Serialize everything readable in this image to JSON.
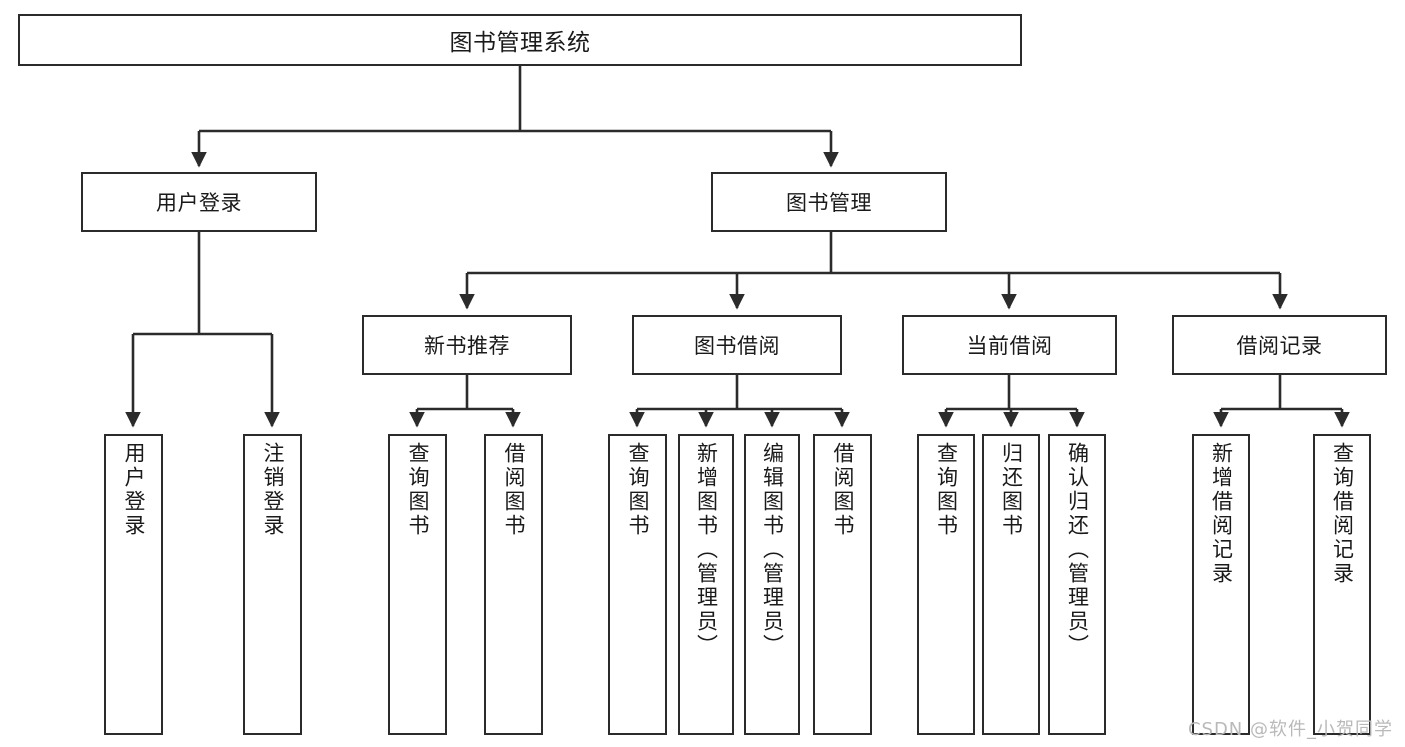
{
  "diagram": {
    "title": "图书管理系统",
    "type": "tree",
    "watermark": "CSDN @软件_小贺同学",
    "colors": {
      "box_border": "#2b2b2b",
      "box_fill": "#ffffff",
      "edge": "#2b2b2b",
      "text": "#1a1a1a",
      "watermark": "#b9b9b9"
    },
    "levels": {
      "root": {
        "label": "图书管理系统"
      },
      "level2": [
        {
          "id": "user-login",
          "label": "用户登录"
        },
        {
          "id": "book-manage",
          "label": "图书管理"
        }
      ],
      "level3": [
        {
          "id": "new-book-rec",
          "label": "新书推荐"
        },
        {
          "id": "book-borrow",
          "label": "图书借阅"
        },
        {
          "id": "current-borrow",
          "label": "当前借阅"
        },
        {
          "id": "borrow-record",
          "label": "借阅记录"
        }
      ],
      "leaves": [
        {
          "id": "leaf-user-login",
          "label": "用户登录",
          "parent": "user-login"
        },
        {
          "id": "leaf-logout",
          "label": "注销登录",
          "parent": "user-login"
        },
        {
          "id": "leaf-query-book-1",
          "label": "查询图书",
          "parent": "new-book-rec"
        },
        {
          "id": "leaf-borrow-book-1",
          "label": "借阅图书",
          "parent": "new-book-rec"
        },
        {
          "id": "leaf-query-book-2",
          "label": "查询图书",
          "parent": "book-borrow"
        },
        {
          "id": "leaf-add-book",
          "label": "新增图书（管理员）",
          "parent": "book-borrow"
        },
        {
          "id": "leaf-edit-book",
          "label": "编辑图书（管理员）",
          "parent": "book-borrow"
        },
        {
          "id": "leaf-borrow-book-2",
          "label": "借阅图书",
          "parent": "book-borrow"
        },
        {
          "id": "leaf-query-book-3",
          "label": "查询图书",
          "parent": "current-borrow"
        },
        {
          "id": "leaf-return-book",
          "label": "归还图书",
          "parent": "current-borrow"
        },
        {
          "id": "leaf-confirm-return",
          "label": "确认归还（管理员）",
          "parent": "current-borrow"
        },
        {
          "id": "leaf-add-record",
          "label": "新增借阅记录",
          "parent": "borrow-record"
        },
        {
          "id": "leaf-query-record",
          "label": "查询借阅记录",
          "parent": "borrow-record"
        }
      ]
    }
  }
}
